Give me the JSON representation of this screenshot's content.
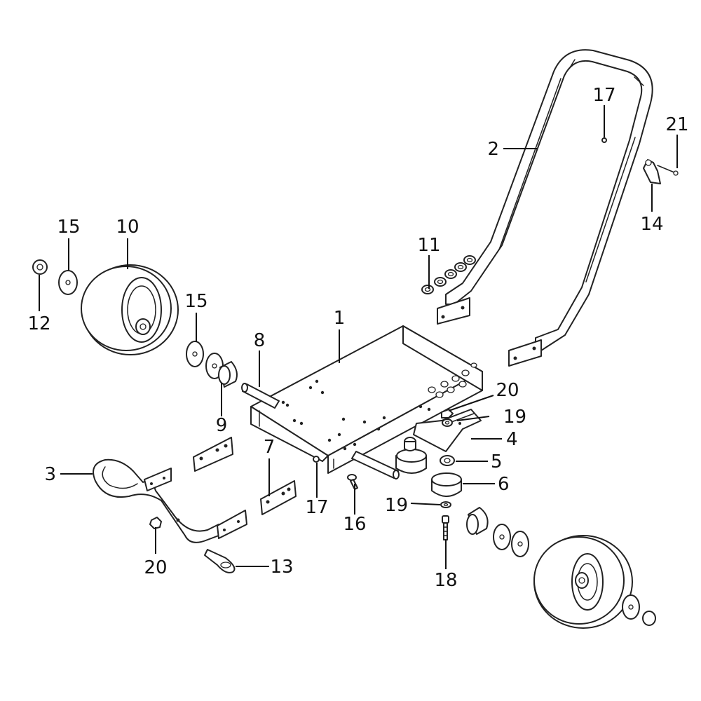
{
  "callouts": [
    {
      "id": "c1",
      "number": "1"
    },
    {
      "id": "c2",
      "number": "2"
    },
    {
      "id": "c3",
      "number": "3"
    },
    {
      "id": "c4",
      "number": "4"
    },
    {
      "id": "c5",
      "number": "5"
    },
    {
      "id": "c6",
      "number": "6"
    },
    {
      "id": "c7",
      "number": "7"
    },
    {
      "id": "c8",
      "number": "8"
    },
    {
      "id": "c9",
      "number": "9"
    },
    {
      "id": "c10",
      "number": "10"
    },
    {
      "id": "c11",
      "number": "11"
    },
    {
      "id": "c12",
      "number": "12"
    },
    {
      "id": "c13",
      "number": "13"
    },
    {
      "id": "c14",
      "number": "14"
    },
    {
      "id": "c15a",
      "number": "15"
    },
    {
      "id": "c15b",
      "number": "15"
    },
    {
      "id": "c16",
      "number": "16"
    },
    {
      "id": "c17a",
      "number": "17"
    },
    {
      "id": "c17b",
      "number": "17"
    },
    {
      "id": "c18",
      "number": "18"
    },
    {
      "id": "c19a",
      "number": "19"
    },
    {
      "id": "c19b",
      "number": "19"
    },
    {
      "id": "c20a",
      "number": "20"
    },
    {
      "id": "c20b",
      "number": "20"
    },
    {
      "id": "c21",
      "number": "21"
    }
  ]
}
